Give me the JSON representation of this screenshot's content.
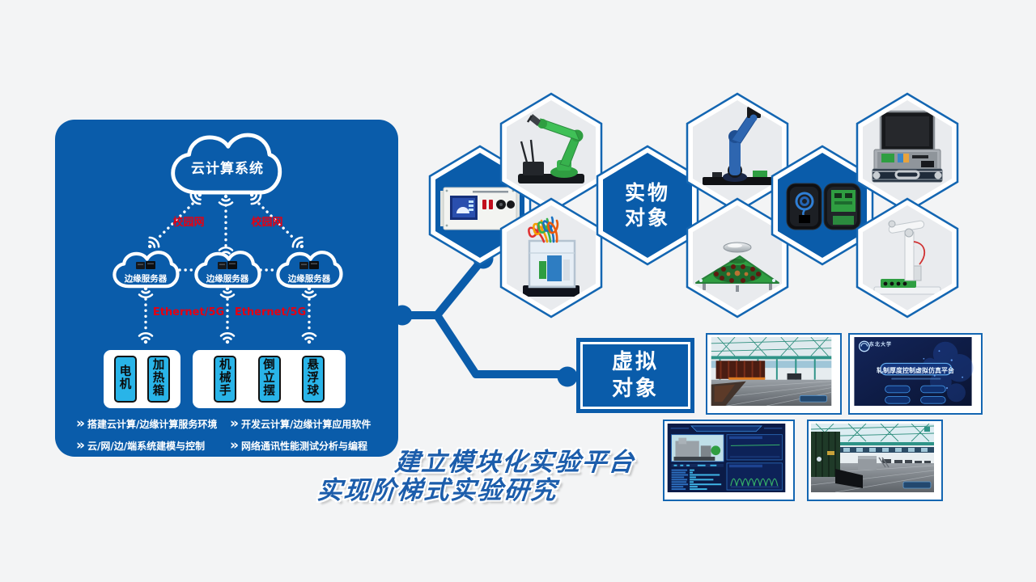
{
  "panel": {
    "cloud_title": "云计算系统",
    "campus_net_labels": [
      "校园网",
      "校园网"
    ],
    "edge_server_labels": [
      "边缘服务器",
      "边缘服务器",
      "边缘服务器"
    ],
    "ethernet_labels": [
      "Ethernet/5G",
      "Ethernet/5G"
    ],
    "plant_boxes_left": [
      "电机",
      "加热箱"
    ],
    "plant_boxes_right": [
      "机械手",
      "倒立摆",
      "悬浮球"
    ],
    "bullet_icon": "»",
    "bullets": [
      "搭建云计算/边缘计算服务环境",
      "云/网/边/端系统建模与控制",
      "开发云计算/边缘计算应用软件",
      "网络通讯性能测试分析与编程"
    ]
  },
  "hexagons": {
    "physical_label_line1": "实物",
    "physical_label_line2": "对象",
    "photo_names": [
      "temperature-control-instrument",
      "green-robot-arm",
      "heating-box",
      "blue-robot-arm",
      "magnetic-levitation-board",
      "portable-controller-case",
      "aluminum-experiment-kit",
      "pendulum-arm-device"
    ]
  },
  "virtual": {
    "label_line1": "虚拟",
    "label_line2": "对象",
    "menu_screen": {
      "university": "东北大学",
      "title": "轧制厚度控制虚拟仿真平台"
    }
  },
  "slogan": {
    "line1": "建立模块化实验平台",
    "line2": "实现阶梯式实验研究"
  },
  "colors": {
    "primary_blue": "#0a5caa",
    "accent_red": "#e50012",
    "plant_cyan": "#29b4e8",
    "hex_border_blue": "#1366b2"
  }
}
